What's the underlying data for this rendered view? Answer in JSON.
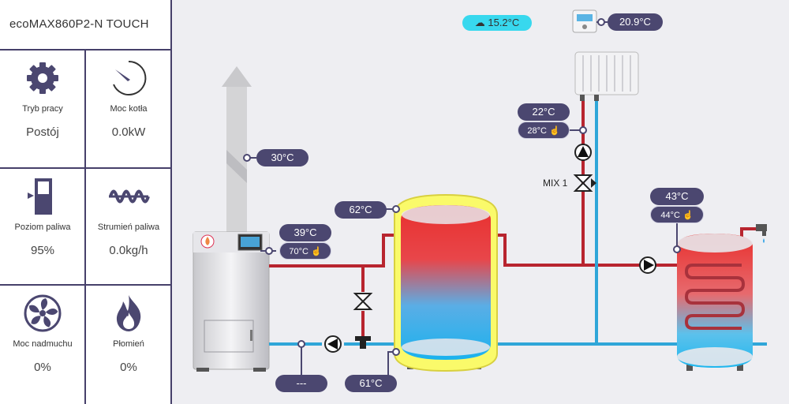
{
  "app": {
    "title": "ecoMAX860P2-N TOUCH"
  },
  "tiles": [
    {
      "label": "Tryb pracy",
      "value": "Postój",
      "icon": "gear-icon"
    },
    {
      "label": "Moc kotła",
      "value": "0.0kW",
      "icon": "gauge-icon"
    },
    {
      "label": "Poziom paliwa",
      "value": "95%",
      "icon": "fuel-level-icon"
    },
    {
      "label": "Strumień paliwa",
      "value": "0.0kg/h",
      "icon": "feeder-screw-icon"
    },
    {
      "label": "Moc nadmuchu",
      "value": "0%",
      "icon": "fan-icon"
    },
    {
      "label": "Płomień",
      "value": "0%",
      "icon": "flame-icon"
    }
  ],
  "diagram": {
    "outdoor_temp": "15.2°C",
    "room_temp": "20.9°C",
    "flue_temp": "30°C",
    "boiler_temp": "39°C",
    "boiler_set": "70°C",
    "buffer_top_temp": "62°C",
    "buffer_bottom_temp": "61°C",
    "return_temp": "---",
    "mix_temp": "22°C",
    "mix_set": "28°C",
    "mix_label": "MIX 1",
    "dhw_temp": "43°C",
    "dhw_set": "44°C"
  },
  "colors": {
    "accent": "#4b4770",
    "hot_pipe": "#b8252f",
    "cold_pipe": "#2fa6d8",
    "outdoor_badge": "#38d8ee"
  }
}
